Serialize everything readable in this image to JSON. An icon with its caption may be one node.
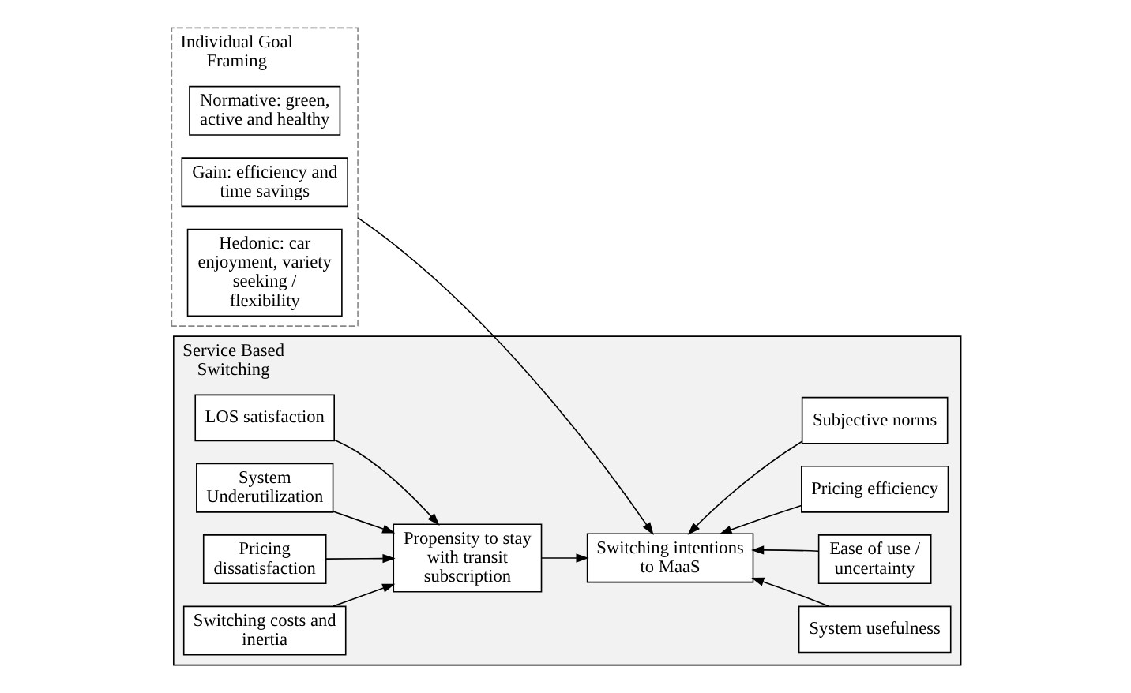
{
  "diagram": {
    "nodes": [
      {
        "text": [
          "Individual Goal Framing"
        ]
      },
      {
        "text": [
          "Normative: green, active and healthy"
        ],
        "in": 0
      },
      {
        "text": [
          "Gain: efficiency and time savings"
        ],
        "in": 0
      },
      {
        "text": [
          "Hedonic: car enjoyment, variety seeking / flexibility"
        ],
        "in": 0
      },
      {
        "text": [
          "Service Based Switching"
        ]
      },
      {
        "text": [
          "LOS satisfaction"
        ],
        "in": 4
      },
      {
        "text": [
          "System Underutilization"
        ],
        "in": 4
      },
      {
        "text": [
          "Pricing dissatisfaction"
        ],
        "in": 4
      },
      {
        "text": [
          "Switching costs and inertia"
        ],
        "in": 4
      },
      {
        "text": [
          "Propensity to stay with transit subscription"
        ],
        "in": 4
      },
      {
        "text": [
          "Switching intentions to MaaS"
        ],
        "in": 4
      },
      {
        "text": [
          "System usefulness"
        ],
        "in": 4
      },
      {
        "text": [
          "Ease of use / uncertainty"
        ],
        "in": 4
      },
      {
        "text": [
          "Pricing efficiency"
        ],
        "in": 4
      },
      {
        "text": [
          "Subjective norms"
        ],
        "in": 4
      }
    ],
    "edges": [
      {
        "from": 0,
        "to": 10,
        "arrow": "to"
      },
      {
        "from": 5,
        "to": 9,
        "arrow": "to"
      },
      {
        "from": 6,
        "to": 9,
        "arrow": "to"
      },
      {
        "from": 7,
        "to": 9,
        "arrow": "to"
      },
      {
        "from": 8,
        "to": 9,
        "arrow": "to"
      },
      {
        "from": 9,
        "to": 10,
        "arrow": "to"
      },
      {
        "from": 11,
        "to": 10,
        "arrow": "to"
      },
      {
        "from": 12,
        "to": 10,
        "arrow": "to"
      },
      {
        "from": 13,
        "to": 10,
        "arrow": "to"
      },
      {
        "from": 14,
        "to": 10,
        "arrow": "to"
      }
    ]
  }
}
